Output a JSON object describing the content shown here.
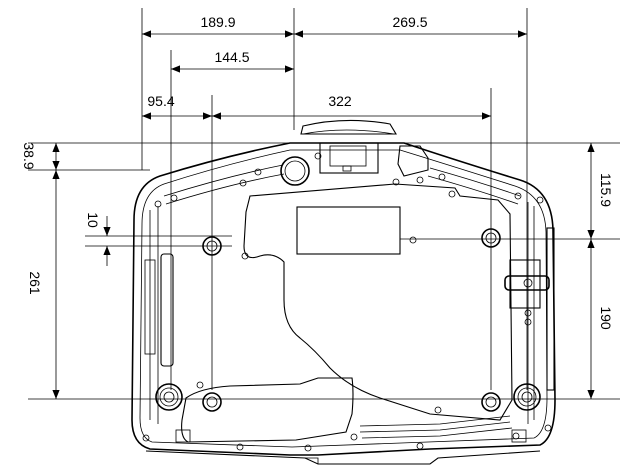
{
  "diagram": {
    "dimensions": {
      "top_left": "189.9",
      "top_right": "269.5",
      "second": "144.5",
      "third_left": "95.4",
      "third_mid": "322",
      "left_top": "38.9",
      "left_small": "10",
      "left_long": "261",
      "right_top": "115.9",
      "right_long": "190"
    }
  }
}
